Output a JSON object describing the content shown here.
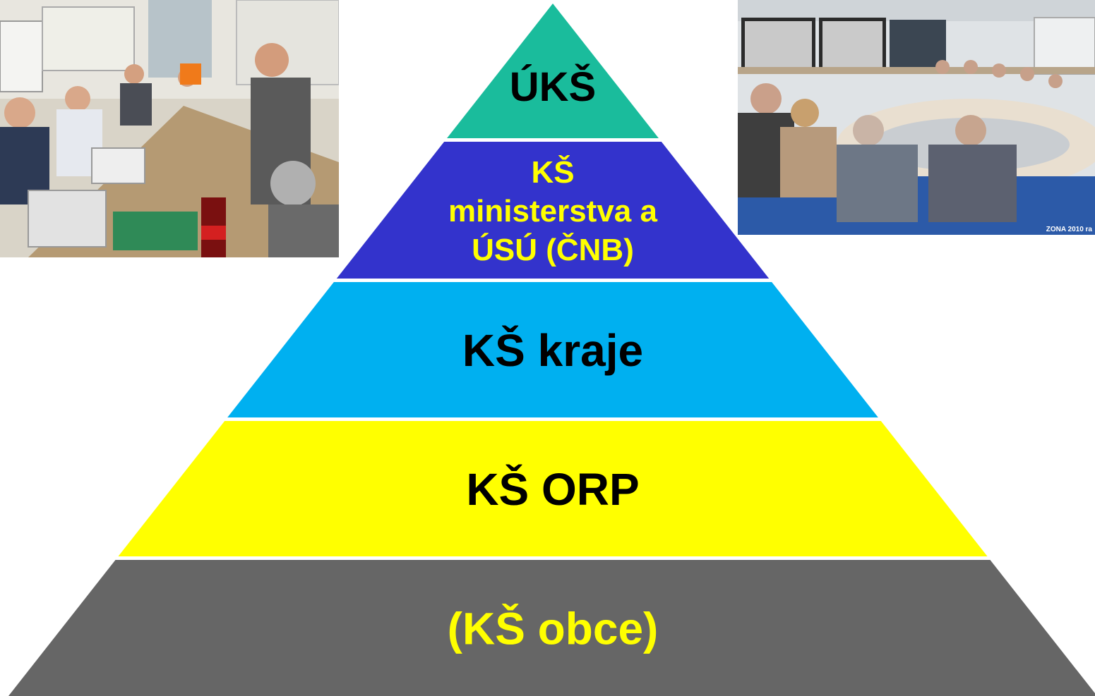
{
  "pyramid": {
    "levels": [
      {
        "lines": [
          "ÚKŠ"
        ],
        "fill": "#1ABC9C",
        "text_color": "#000000"
      },
      {
        "lines": [
          "KŠ",
          "ministerstva a",
          "ÚSÚ (ČNB)"
        ],
        "fill": "#3333CC",
        "text_color": "#FFFF00"
      },
      {
        "lines": [
          "KŠ kraje"
        ],
        "fill": "#00B0F0",
        "text_color": "#000000"
      },
      {
        "lines": [
          "KŠ ORP"
        ],
        "fill": "#FFFF00",
        "text_color": "#000000"
      },
      {
        "lines": [
          "(KŠ obce)"
        ],
        "fill": "#666666",
        "text_color": "#FFFF00"
      }
    ]
  },
  "photos": {
    "left": {
      "subject": "crisis-staff-meeting-room"
    },
    "right": {
      "subject": "crisis-staff-conference-room",
      "caption": "ZONA 2010  ra"
    }
  }
}
